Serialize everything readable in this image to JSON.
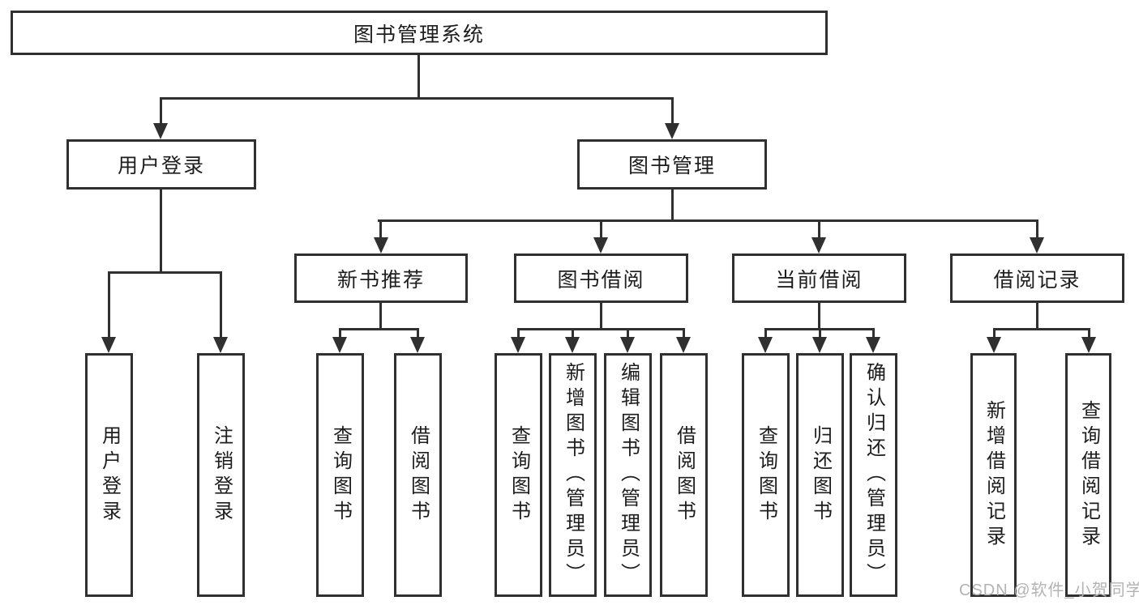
{
  "diagram": {
    "root": {
      "label": "图书管理系统"
    },
    "branches": [
      {
        "label": "用户登录",
        "children": [
          {
            "label": "用户登录"
          },
          {
            "label": "注销登录"
          }
        ]
      },
      {
        "label": "图书管理",
        "children": [
          {
            "label": "新书推荐",
            "children": [
              {
                "label": "查询图书"
              },
              {
                "label": "借阅图书"
              }
            ]
          },
          {
            "label": "图书借阅",
            "children": [
              {
                "label": "查询图书"
              },
              {
                "label": "新增图书（管理员）"
              },
              {
                "label": "编辑图书（管理员）"
              },
              {
                "label": "借阅图书"
              }
            ]
          },
          {
            "label": "当前借阅",
            "children": [
              {
                "label": "查询图书"
              },
              {
                "label": "归还图书"
              },
              {
                "label": "确认归还（管理员）"
              }
            ]
          },
          {
            "label": "借阅记录",
            "children": [
              {
                "label": "新增借阅记录"
              },
              {
                "label": "查询借阅记录"
              }
            ]
          }
        ]
      }
    ]
  },
  "watermark": {
    "text": "CSDN @软件_小贺同学"
  },
  "colors": {
    "line": "#303030",
    "text": "#1d1d1d",
    "watermark": "#b3b3b3",
    "background": "#ffffff"
  }
}
